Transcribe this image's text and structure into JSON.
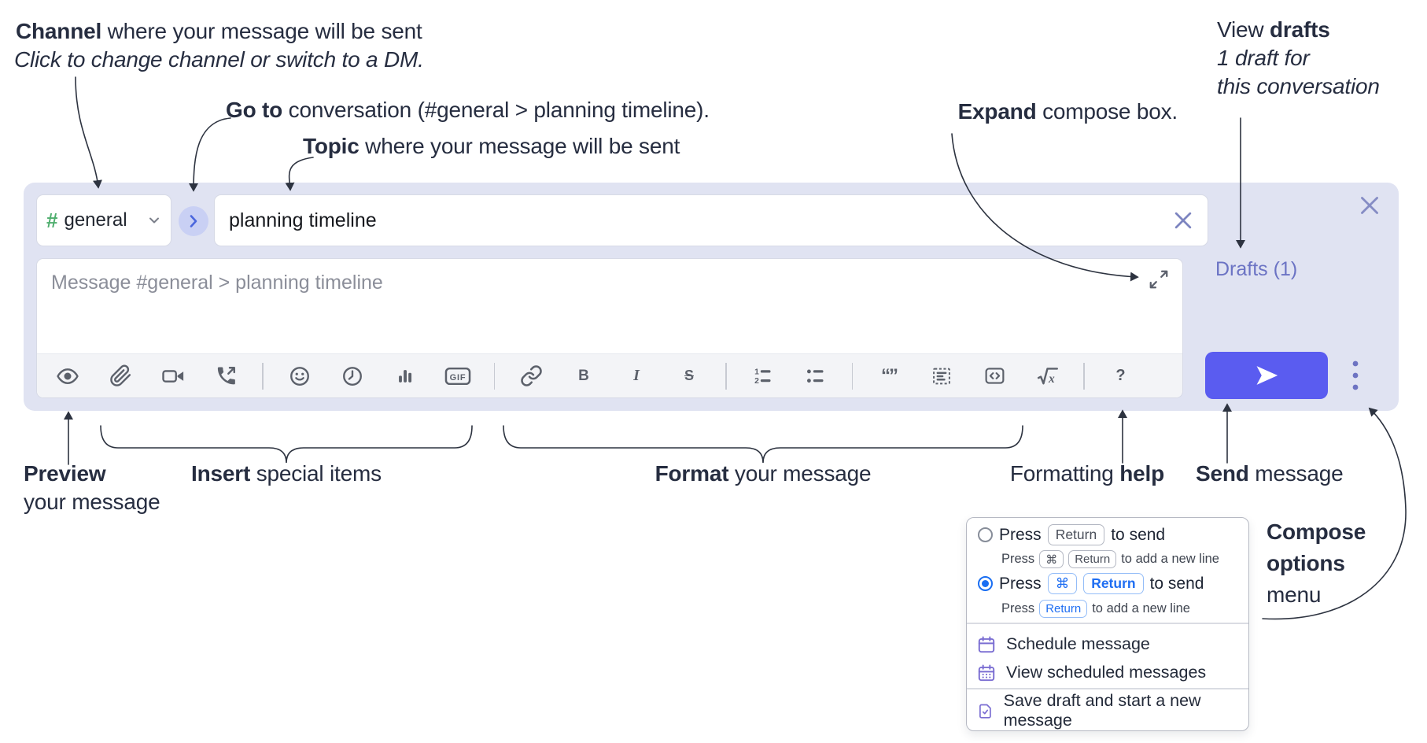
{
  "colors": {
    "accent_send": "#5a5cf0",
    "compose_bg": "#e0e3f2",
    "drafts_link": "#6b73c4",
    "channel_hash_green": "#4fae6e",
    "key_blue": "#1f6ef2",
    "menu_icon_purple": "#7b6ed2",
    "icon_gray": "#5c616b",
    "annotation_text": "#262d40"
  },
  "annotations": {
    "channel": {
      "bold": "Channel",
      "rest": " where your message will be sent",
      "line2_italic": "Click to change channel or switch to a DM."
    },
    "go_to": {
      "bold": "Go to",
      "rest": " conversation (#general > planning timeline)."
    },
    "topic": {
      "bold": "Topic",
      "rest": " where your message will be sent"
    },
    "expand": {
      "bold": "Expand",
      "rest": " compose box."
    },
    "view_drafts": {
      "pre": "View ",
      "bold": "drafts",
      "line2_italic": "1 draft for",
      "line3_italic": "this conversation"
    },
    "preview": {
      "bold": "Preview",
      "line2": "your message"
    },
    "insert": {
      "bold": "Insert",
      "rest": " special items"
    },
    "format": {
      "bold": "Format",
      "rest": " your message"
    },
    "formatting_help": {
      "pre": "Formatting ",
      "bold": "help"
    },
    "send": {
      "bold": "Send",
      "rest": " message"
    },
    "compose_options": {
      "line1_bold": "Compose",
      "line2_bold": "options",
      "line3": "menu"
    }
  },
  "composer": {
    "channel_selector": {
      "hash": "#",
      "name": "general"
    },
    "topic_input": {
      "value": "planning timeline"
    },
    "message_input": {
      "placeholder": "Message #general > planning timeline"
    },
    "drafts_link": "Drafts (1)",
    "toolbar": {
      "gif_label": "GIF",
      "bold_label": "B",
      "italic_label": "I",
      "strike_label": "S",
      "help_label": "?",
      "ol_num1": "1",
      "ol_num2": "2",
      "quote_glyph": "“”",
      "math_x": "x",
      "icons": [
        "preview-eye",
        "attach-paperclip",
        "video",
        "audio-call",
        "emoji",
        "recent-clock",
        "poll-chart",
        "gif",
        "link",
        "bold",
        "italic",
        "strikethrough",
        "ordered-list",
        "bulleted-list",
        "blockquote",
        "code-block",
        "inline-code",
        "math-formula",
        "formatting-help"
      ]
    }
  },
  "options_menu": {
    "return_to_send": {
      "press": "Press",
      "key_return": "Return",
      "to_send": "to send",
      "sub_press": "Press",
      "sub_key_cmd": "⌘",
      "sub_key_return": "Return",
      "sub_rest": "to add a new line"
    },
    "cmd_return_to_send": {
      "press": "Press",
      "key_cmd": "⌘",
      "key_return": "Return",
      "to_send": "to send",
      "sub_press": "Press",
      "sub_key_return": "Return",
      "sub_rest": "to add a new line"
    },
    "schedule_message": "Schedule message",
    "view_scheduled": "View scheduled messages",
    "save_draft": "Save draft and start a new message"
  }
}
